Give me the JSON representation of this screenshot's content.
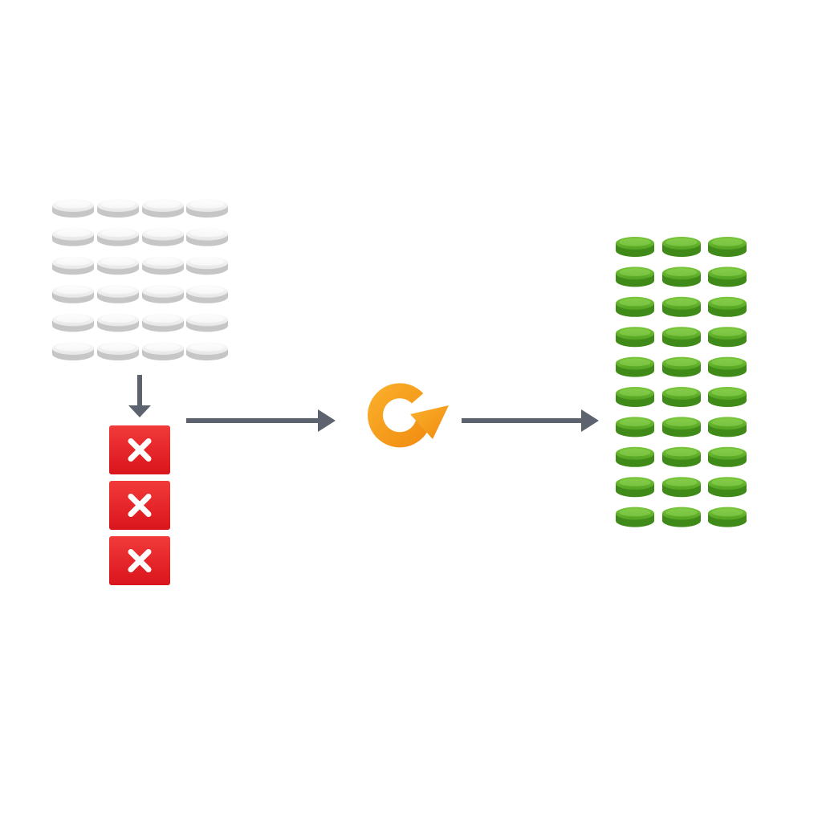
{
  "diagram": {
    "input_dishes": {
      "rows": 6,
      "cols": 4,
      "color": "#e6e6e6",
      "rim": "#c6c6c6"
    },
    "rejected": {
      "count": 3,
      "color": "#e8202a",
      "mark": "close-icon"
    },
    "output_dishes": {
      "rows": 10,
      "cols": 3,
      "color": "#5cae26",
      "rim": "#3f8a18"
    },
    "arrows": {
      "color": "#5c636e"
    },
    "refresh": {
      "icon": "refresh-icon",
      "color": "#f7a21b"
    }
  }
}
